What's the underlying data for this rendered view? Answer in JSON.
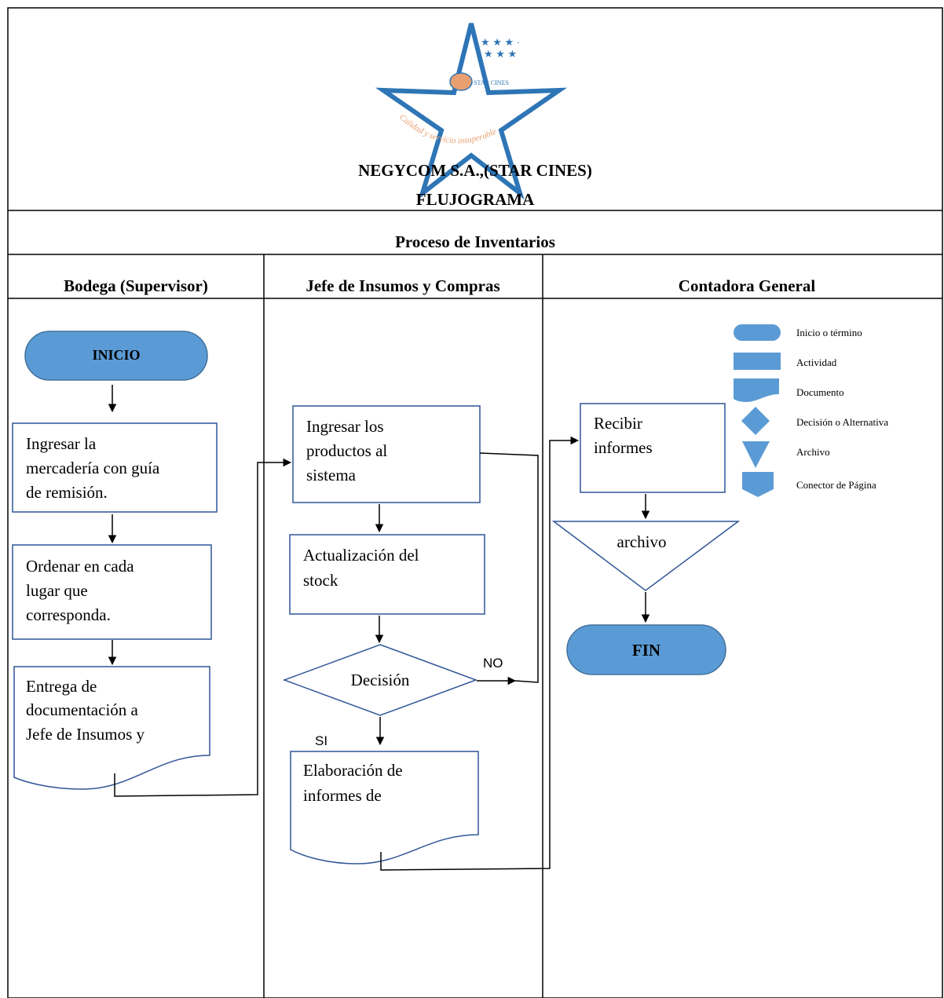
{
  "logo": {
    "brand": "STAR CINES",
    "slogan": "Calidad y servicio insuperable"
  },
  "header": {
    "company": "NEGYCOM S.A.,(STAR CINES)",
    "doc_title": "FLUJOGRAMA",
    "process_title": "Proceso de Inventarios"
  },
  "lanes": [
    "Bodega (Supervisor)",
    "Jefe de Insumos y Compras",
    "Contadora General"
  ],
  "nodes": {
    "inicio": "INICIO",
    "ingresar_mercaderia": [
      "Ingresar la",
      "mercadería con guía",
      "de remisión."
    ],
    "ordenar": [
      "Ordenar en cada",
      "lugar que",
      "corresponda."
    ],
    "entrega": [
      "Entrega de",
      "documentación a",
      "Jefe de Insumos y"
    ],
    "ingresar_productos": [
      "Ingresar los",
      "productos al",
      "sistema"
    ],
    "actualizacion": [
      "Actualización del",
      "stock"
    ],
    "decision": "Decisión",
    "elaboracion": [
      "Elaboración de",
      "informes de"
    ],
    "recibir": [
      "Recibir",
      "informes"
    ],
    "archivo": "archivo",
    "fin": "FIN"
  },
  "branch_labels": {
    "no": "NO",
    "si": "SI"
  },
  "legend": [
    {
      "shape": "terminal",
      "label": "Inicio o término"
    },
    {
      "shape": "activity",
      "label": "Actividad"
    },
    {
      "shape": "document",
      "label": "Documento"
    },
    {
      "shape": "decision",
      "label": "Decisión o Alternativa"
    },
    {
      "shape": "archive",
      "label": "Archivo"
    },
    {
      "shape": "page-connector",
      "label": "Conector de Página"
    }
  ],
  "colors": {
    "shape_fill": "#5b9bd5",
    "shape_stroke": "#41719c",
    "logo_blue": "#2e75b6",
    "logo_orange": "#e8a070",
    "line": "#000000"
  }
}
